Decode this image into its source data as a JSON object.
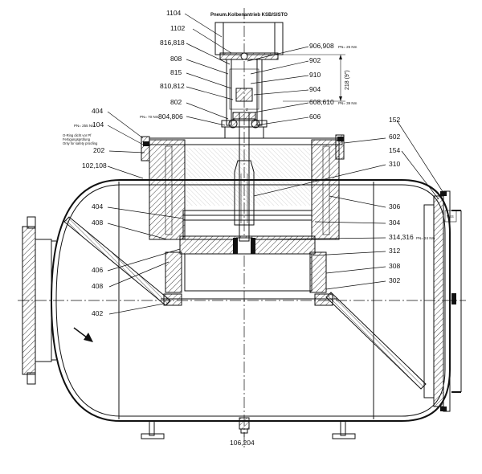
{
  "title": "Pneum.Kolbenantrieb KSB/SISTO",
  "notes": {
    "pn70": "PN= 70 Nm",
    "pn255": "PN= 255 Nm",
    "oring_de": "O-Ring dicht vor Pf",
    "oring_de2": "Fertigungsprüfung",
    "oring_en": "Only for safety proofing",
    "pn25": "PN= 25 Nm",
    "pn39": "PN= 39 Nm",
    "pn24": "PN= 24 Nm",
    "nss": "NSS",
    "dim": "218 (9\")"
  },
  "labels": {
    "l1104": "1104",
    "l1102": "1102",
    "l816": "816,818",
    "l808": "808",
    "l815": "815",
    "l810": "810,812",
    "l802": "802",
    "l804": "804,806",
    "l404a": "404",
    "l104": "104",
    "l202": "202",
    "l102": "102,108",
    "l404b": "404",
    "l408a": "408",
    "l406": "406",
    "l408b": "408",
    "l402": "402",
    "l906": "906,908",
    "l902": "902",
    "l910": "910",
    "l904": "904",
    "l608": "608,610",
    "l606": "606",
    "l152": "152",
    "l602": "602",
    "l154": "154",
    "l310": "310",
    "l306": "306",
    "l304": "304",
    "l314": "314,316",
    "l312": "312",
    "l308": "308",
    "l302": "302",
    "l106": "106,204"
  }
}
